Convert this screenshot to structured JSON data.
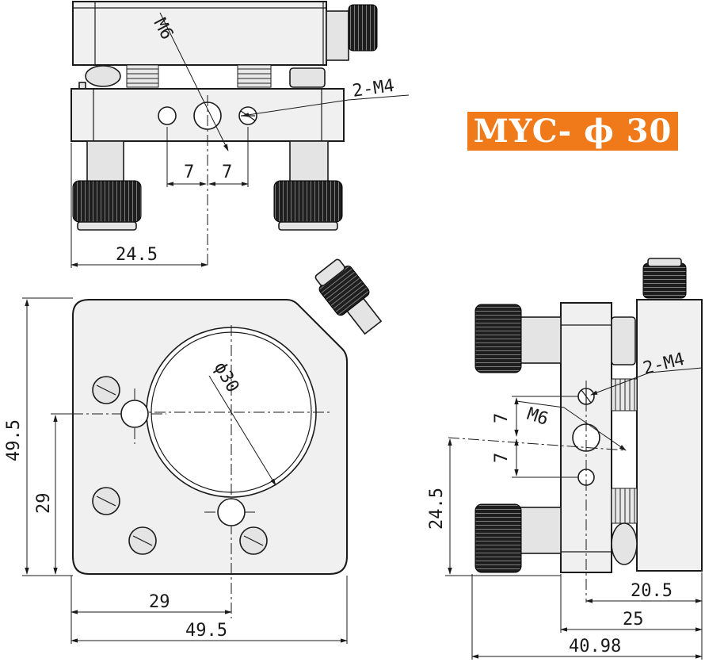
{
  "title": "MYC- ϕ 30",
  "colors": {
    "title_bg": "#f07a1a",
    "line": "#1a1a1a",
    "knob": "#222222"
  },
  "front": {
    "thread_lbl": "2-M4",
    "m6_lbl": "M6",
    "d_left": "7",
    "d_right": "7",
    "width": "24.5"
  },
  "plan": {
    "dia": "ϕ30",
    "h_total": "49.5",
    "h_hole": "29",
    "w_hole": "29",
    "w_total": "49.5"
  },
  "side": {
    "thread_lbl": "2-M4",
    "m6_lbl": "M6",
    "d_up": "7",
    "d_down": "7",
    "height": "24.5",
    "d1": "20.5",
    "d2": "25",
    "d3": "40.98"
  }
}
